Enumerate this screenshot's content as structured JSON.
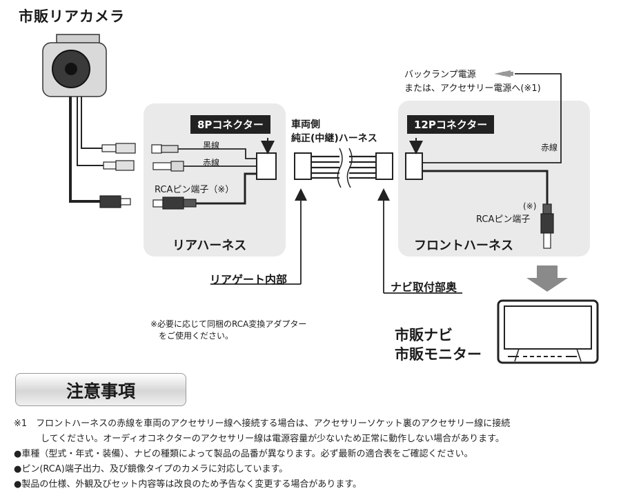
{
  "title": "市販リアカメラ",
  "rear_panel": {
    "connector_tag": "8Pコネクター",
    "black_wire": "黒線",
    "red_wire": "赤線",
    "rca_label": "RCAピン端子（※）",
    "panel_label": "リアハーネス"
  },
  "center": {
    "line1": "車両側",
    "line2": "純正(中継)ハーネス"
  },
  "front_panel": {
    "connector_tag": "12Pコネクター",
    "red_wire": "赤線",
    "rca_note": "(※)",
    "rca_label": "RCAピン端子",
    "panel_label": "フロントハーネス"
  },
  "power": {
    "line1": "バックランプ電源",
    "line2": "または、アクセサリー電源へ(※1)"
  },
  "locations": {
    "rear_gate": "リアゲート内部",
    "navi_back": "ナビ取付部奥"
  },
  "adapter_note": {
    "line1": "※必要に応じて同梱のRCA変換アダプター",
    "line2": "をご使用ください。"
  },
  "monitor": {
    "line1": "市販ナビ",
    "line2": "市販モニター"
  },
  "caution": {
    "heading": "注意事項",
    "notes": [
      "※1　フロントハーネスの赤線を車両のアクセサリー線へ接続する場合は、アクセサリーソケット裏のアクセサリー線に接続",
      "　　　してください。オーディオコネクターのアクセサリー線は電源容量が少ないため正常に動作しない場合があります。",
      "●車種（型式・年式・装備）、ナビの種類によって製品の品番が異なります。必ず最新の適合表をご確認ください。",
      "●ピン(RCA)端子出力、及び鏡像タイプのカメラに対応しています。",
      "●製品の仕様、外観及びセット内容等は改良のため予告なく変更する場合があります。"
    ]
  }
}
